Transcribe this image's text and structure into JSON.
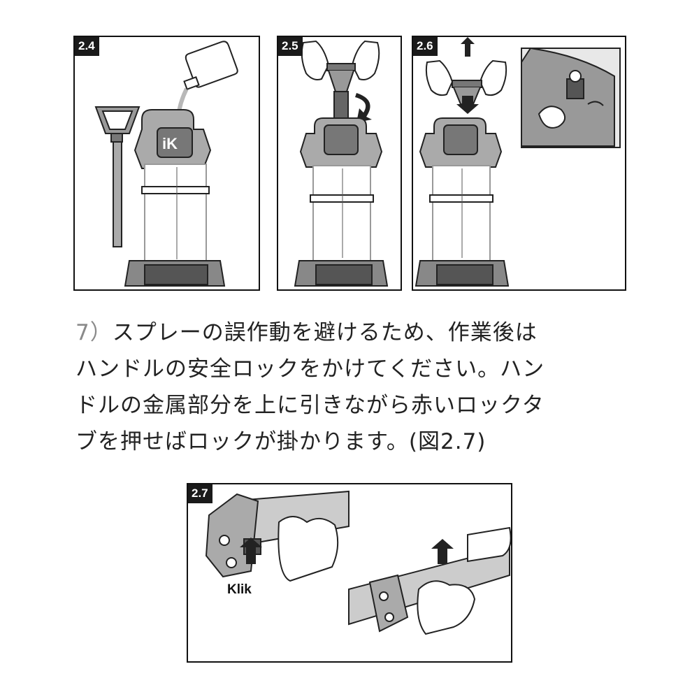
{
  "figures": [
    {
      "id": "2.4",
      "label": "2.4"
    },
    {
      "id": "2.5",
      "label": "2.5"
    },
    {
      "id": "2.6",
      "label": "2.6"
    },
    {
      "id": "2.7",
      "label": "2.7"
    }
  ],
  "instruction": {
    "number": "7）",
    "lines": [
      "スプレーの誤作動を避けるため、作業後は",
      "ハンドルの安全ロックをかけてください。ハン",
      "ドルの金属部分を上に引きながら赤いロックタ",
      "ブを押せばロックが掛かります。(図2.7)"
    ]
  },
  "figure_27": {
    "annotation": "Klik"
  },
  "product": {
    "logo_text": "iK"
  }
}
